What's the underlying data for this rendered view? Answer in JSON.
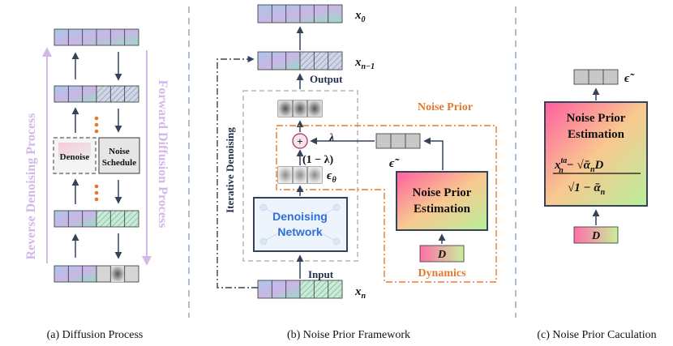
{
  "captions": {
    "a": "(a) Diffusion Process",
    "b": "(b) Noise Prior Framework",
    "c": "(c) Noise Prior Caculation"
  },
  "panel_a": {
    "left_side": "Reverse Denoising Process",
    "right_side": "Forward Diffusion Process",
    "denoise": "Denoise",
    "noise_line1": "Noise",
    "noise_line2": "Schedule"
  },
  "panel_b": {
    "x0": "x",
    "x0_sub": "0",
    "xn1": "x",
    "xn1_sub": "n−1",
    "xn": "x",
    "xn_sub": "n",
    "output": "Output",
    "input": "Input",
    "iterative": "Iterative Denoising",
    "noise_prior": "Noise Prior",
    "lambda": "λ",
    "one_minus_lambda": "(1 − λ)",
    "eps_theta": "ϵ",
    "eps_theta_sub": "θ",
    "eps_tilde": "ϵ̃",
    "denoising_line1": "Denoising",
    "denoising_line2": "Network",
    "npe_line1": "Noise Prior",
    "npe_line2": "Estimation",
    "D": "D",
    "dynamics": "Dynamics",
    "plus": "+"
  },
  "panel_c": {
    "eps_tilde": "ϵ̃",
    "title_line1": "Noise Prior",
    "title_line2": "Estimation",
    "formula_num_x": "x",
    "formula_num_sup": "ta",
    "formula_num_sub": "n",
    "formula_num_rest": " − √ᾱ",
    "formula_num_rest_sub": "n",
    "formula_num_D": "D",
    "formula_den": "√1 − ᾱ",
    "formula_den_sub": "n",
    "D": "D"
  }
}
